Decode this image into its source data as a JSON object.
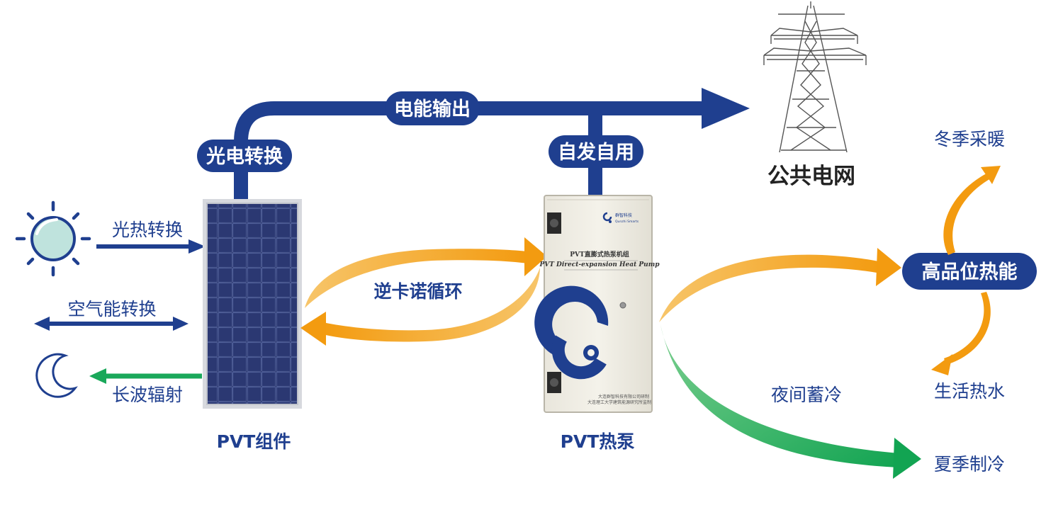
{
  "flow_labels": {
    "pv_conversion": "光电转换",
    "power_output": "电能输出",
    "self_use": "自发自用",
    "public_grid": "公共电网",
    "photothermal_conversion": "光热转换",
    "air_energy_conversion": "空气能转换",
    "longwave_radiation": "长波辐射",
    "reverse_carnot_cycle": "逆卡诺循环",
    "high_grade_heat": "高品位热能",
    "winter_heating": "冬季采暖",
    "domestic_hot_water": "生活热水",
    "night_cold_storage": "夜间蓄冷",
    "summer_cooling": "夏季制冷"
  },
  "components": {
    "pvt_module": "PVT组件",
    "pvt_heat_pump": "PVT热泵"
  },
  "device_panel": {
    "brand_cn": "群智科技",
    "brand_en": "Qunzhi Smarts",
    "title_cn": "PVT直膨式热泵机组",
    "title_en": "PVT Direct-expansion Heat Pump",
    "footer_line1": "大连群智科技有限公司研制",
    "footer_line2": "大连理工大学建筑能源研究所监制"
  },
  "icons": {
    "sun": "sun-icon",
    "moon": "moon-icon",
    "tower": "power-tower-icon",
    "logo": "qunzhi-logo-icon"
  },
  "colors": {
    "dark_blue": "#1f3f8f",
    "orange": "#f5a01e",
    "green": "#1aa85a",
    "sun_fill": "#bfe3dd"
  }
}
